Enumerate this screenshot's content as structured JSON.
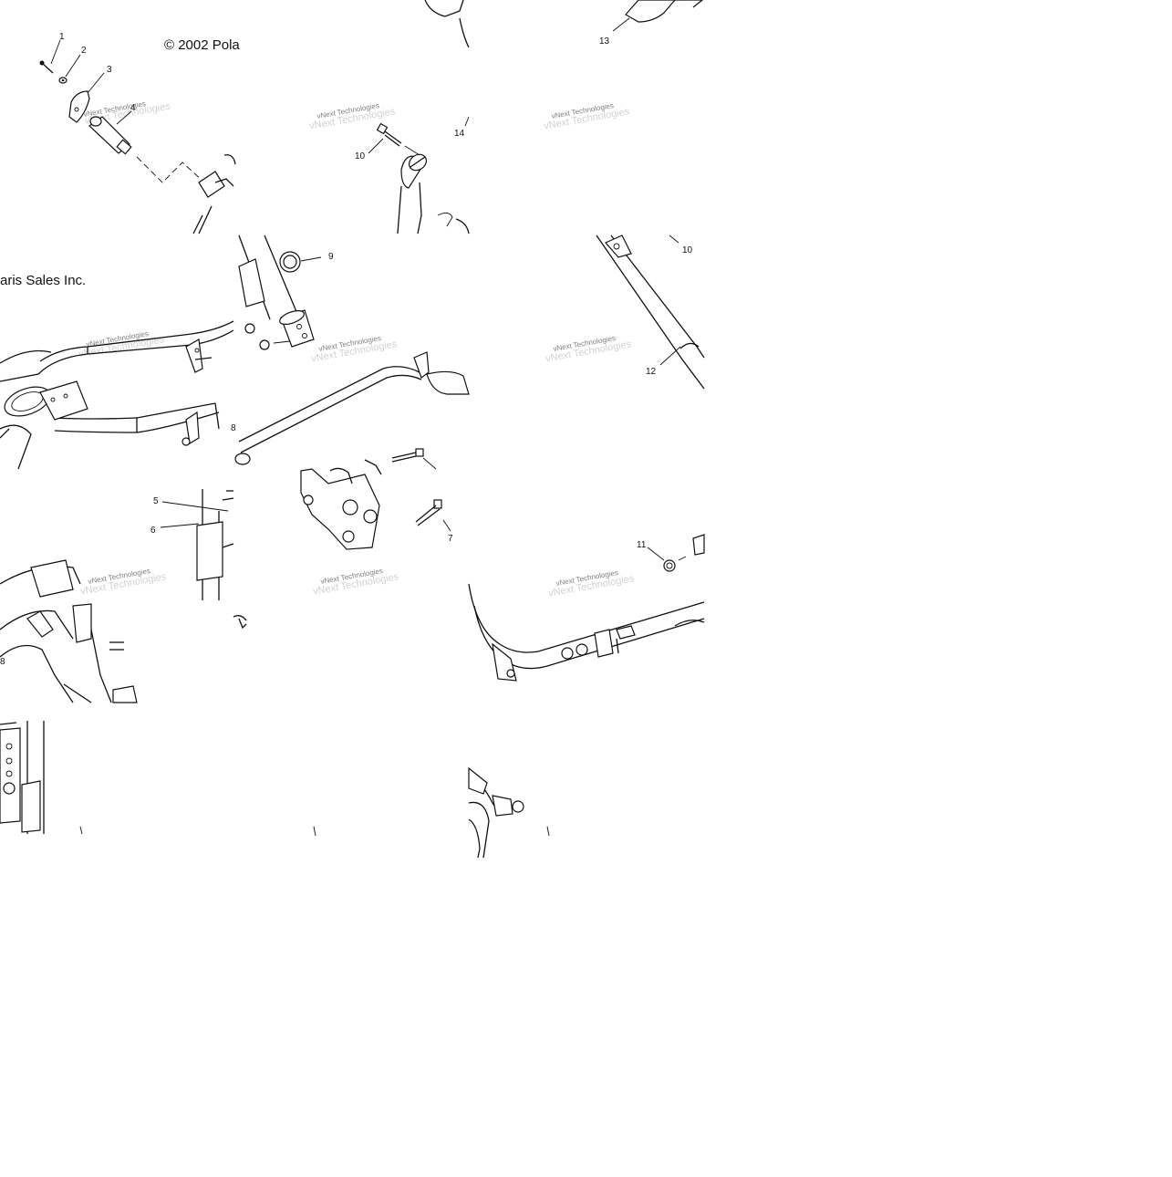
{
  "copyright": {
    "part1": "© 2002 Pola",
    "part2": "aris Sales Inc."
  },
  "watermark": {
    "main": "vNext Technologies",
    "shadow": "vNext Technologies"
  },
  "callouts": [
    {
      "id": "c1",
      "text": "1"
    },
    {
      "id": "c2",
      "text": "2"
    },
    {
      "id": "c3",
      "text": "3"
    },
    {
      "id": "c4",
      "text": "4"
    },
    {
      "id": "c5",
      "text": "5"
    },
    {
      "id": "c6",
      "text": "6"
    },
    {
      "id": "c7",
      "text": "7"
    },
    {
      "id": "c8a",
      "text": "8"
    },
    {
      "id": "c8b",
      "text": "8"
    },
    {
      "id": "c9",
      "text": "9"
    },
    {
      "id": "c10a",
      "text": "10"
    },
    {
      "id": "c10b",
      "text": "10"
    },
    {
      "id": "c11",
      "text": "11"
    },
    {
      "id": "c12",
      "text": "12"
    },
    {
      "id": "c13",
      "text": "13"
    },
    {
      "id": "c14",
      "text": "14"
    }
  ]
}
